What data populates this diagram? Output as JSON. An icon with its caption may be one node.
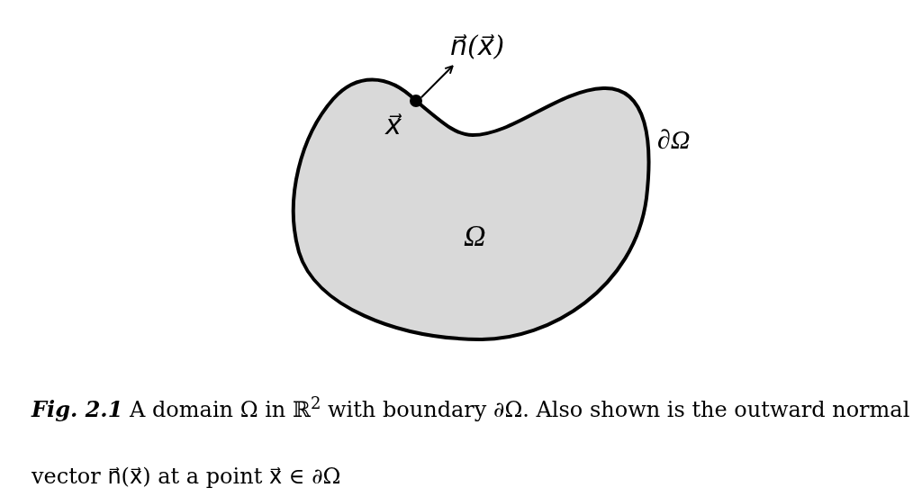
{
  "diagram": {
    "caption": "**Fig. 2.1** A domain Ω in ℝ$^{2}$ with boundary ∂Ω. Also shown is the outward normal vector n⃗(x⃗) at a point x⃗ ∈ ∂Ω",
    "nodes": [
      {
        "text": [
          "Ω"
        ],
        "beside": [
          "∂Ω"
        ]
      },
      {
        "text": [],
        "shape": "circle"
      },
      {
        "text": [
          "n⃗(x⃗)"
        ]
      }
    ],
    "edges": [
      {
        "from": 1,
        "to": 2,
        "arrow": "to"
      }
    ],
    "labels": [
      "x⃗"
    ]
  }
}
